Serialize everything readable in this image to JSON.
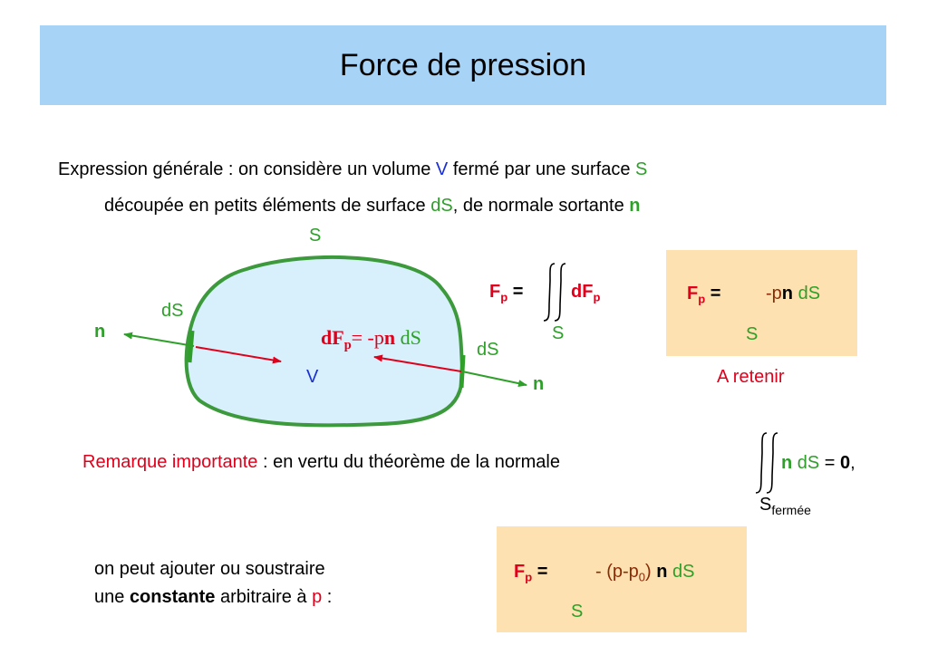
{
  "title": "Force de pression",
  "intro": {
    "line1_a": "Expression générale : on considère un volume ",
    "line1_V": "V",
    "line1_b": " fermé par une surface ",
    "line1_S": "S",
    "line2_a": "découpée en petits éléments de surface ",
    "line2_dS": "dS",
    "line2_b": ", de normale sortante ",
    "line2_n": "n"
  },
  "diagram": {
    "surface_label": "S",
    "volume_label": "V",
    "left_dS": "dS",
    "left_n": "n",
    "right_dS": "dS",
    "right_n": "n",
    "dFp_F": "dF",
    "dFp_sub": "p",
    "dFp_eq": "= -p",
    "dFp_n": "n",
    "dFp_dS": " dS"
  },
  "formula1": {
    "F": "F",
    "sub": "p",
    "eq": " =",
    "dF": "dF",
    "dF_sub": "p",
    "S": "S"
  },
  "formula2": {
    "F": "F",
    "sub": "p",
    "eq": " =",
    "minus_p": "-p",
    "n": "n",
    "dS": " dS",
    "S": "S",
    "caption": "A retenir"
  },
  "remark": {
    "label": "Remarque importante",
    "text": " : en vertu du théorème de la normale",
    "n": "n",
    "dS": " dS",
    "eq": " = ",
    "zero": "0",
    "comma": ",",
    "S": "S",
    "S_sub": "fermée"
  },
  "note": {
    "line1": "on peut ajouter ou soustraire",
    "line2_a": "une ",
    "line2_bold": "constante",
    "line2_b": " arbitraire à ",
    "line2_p": "p",
    "line2_c": " :"
  },
  "formula3": {
    "F": "F",
    "sub": "p",
    "eq": " =",
    "minus": "- (p-p",
    "p0_sub": "0",
    "close": ") ",
    "n": "n",
    "dS": " dS",
    "S": "S"
  }
}
